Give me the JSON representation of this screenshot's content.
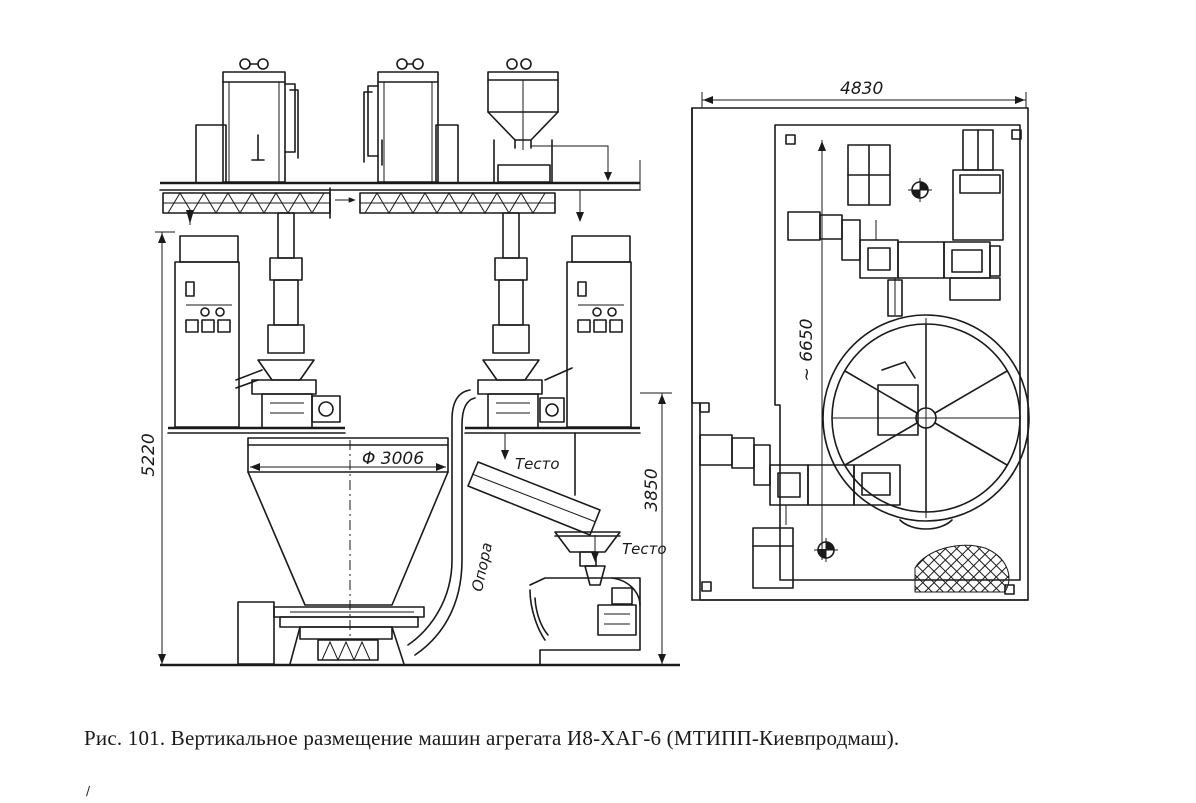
{
  "figure": {
    "caption": "Рис. 101. Вертикальное размещение машин агрегата И8-ХАГ-6 (МТИПП-Киевпродмаш).",
    "page_mark": "/"
  },
  "elevation": {
    "height_total": "5220",
    "height_lower": "3850",
    "diameter": "Φ 3006",
    "dough_label_1": "Тесто",
    "dough_label_2": "Тесто",
    "support_label": "Опора"
  },
  "plan": {
    "width": "4830",
    "length": "~ 6650"
  }
}
